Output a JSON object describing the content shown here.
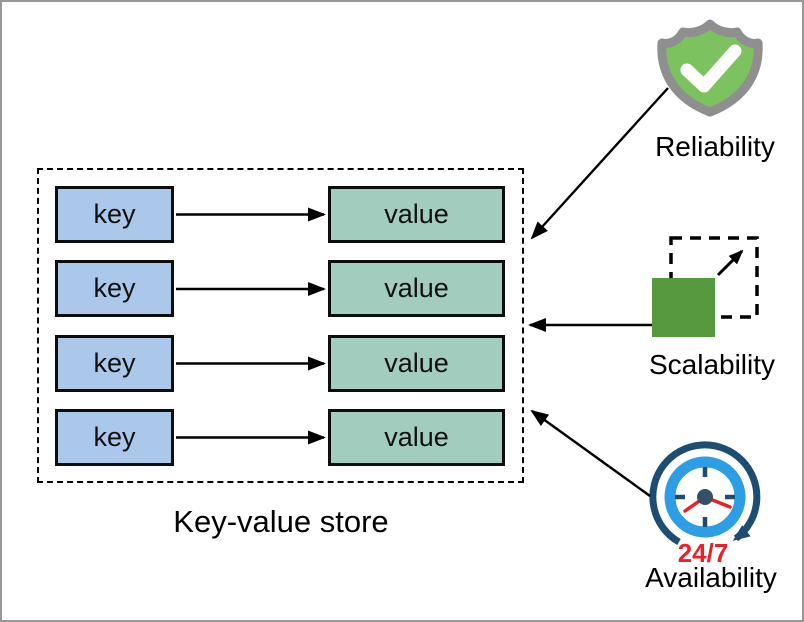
{
  "store": {
    "label": "Key-value store",
    "rows": [
      {
        "key": "key",
        "value": "value"
      },
      {
        "key": "key",
        "value": "value"
      },
      {
        "key": "key",
        "value": "value"
      },
      {
        "key": "key",
        "value": "value"
      }
    ]
  },
  "features": [
    {
      "label": "Reliability",
      "icon": "shield-check-icon"
    },
    {
      "label": "Scalability",
      "icon": "scale-out-square-icon"
    },
    {
      "label": "Availability",
      "icon": "clock-24-7-icon",
      "badge": "24/7"
    }
  ],
  "colors": {
    "key_fill": "#abc7ea",
    "value_fill": "#a2ccbd",
    "box_border": "#0d0d0d",
    "shield_green": "#7cc25e",
    "shield_gray": "#8f8f8f",
    "square_green": "#56993e",
    "clock_navy": "#1e4d73",
    "clock_blue": "#2d9ee6",
    "accent_red": "#e8212b"
  }
}
